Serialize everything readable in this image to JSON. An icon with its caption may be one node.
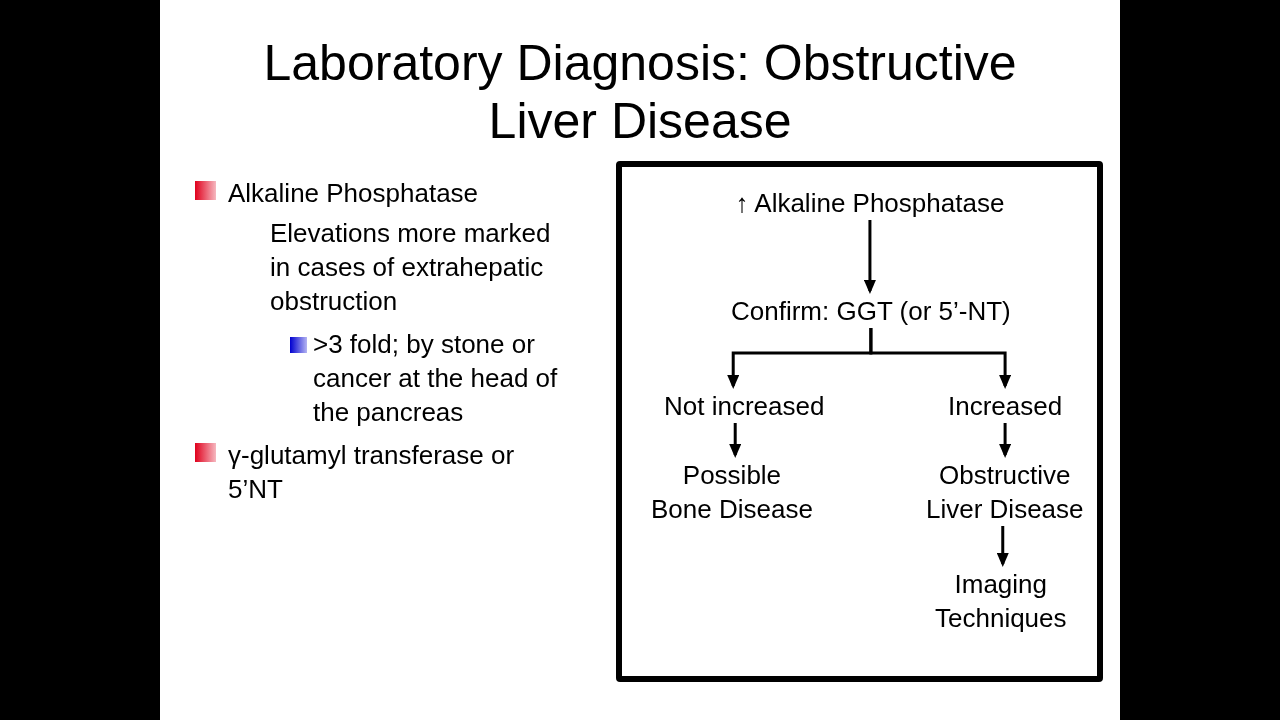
{
  "diagram": {
    "title": "Laboratory Diagnosis: Obstructive Liver Disease",
    "nodes": [
      {
        "text": [],
        "shape": "box"
      },
      {
        "text": [
          "↑ Alkaline Phosphatase"
        ],
        "in": 0
      },
      {
        "text": [
          "Confirm: GGT (or 5’-NT)"
        ],
        "in": 0
      },
      {
        "text": [
          "Not increased"
        ],
        "in": 0
      },
      {
        "text": [
          "Increased"
        ],
        "in": 0
      },
      {
        "text": [
          "Possible Bone Disease"
        ],
        "in": 0
      },
      {
        "text": [
          "Obstructive Liver Disease"
        ],
        "in": 0
      },
      {
        "text": [
          "Imaging Techniques"
        ],
        "in": 0
      }
    ],
    "edges": [
      {
        "from": 1,
        "to": 2,
        "arrow": "to"
      },
      {
        "from": 2,
        "to": 3,
        "arrow": "to"
      },
      {
        "from": 2,
        "to": 4,
        "arrow": "to"
      },
      {
        "from": 3,
        "to": 5,
        "arrow": "to"
      },
      {
        "from": 4,
        "to": 6,
        "arrow": "to"
      },
      {
        "from": 6,
        "to": 7,
        "arrow": "to"
      }
    ],
    "labels": [
      "Alkaline Phosphatase",
      "Elevations more marked in cases of extrahepatic obstruction",
      ">3 fold; by stone or cancer at the head of the pancreas",
      "γ-glutamyl transferase or 5’NT"
    ]
  }
}
